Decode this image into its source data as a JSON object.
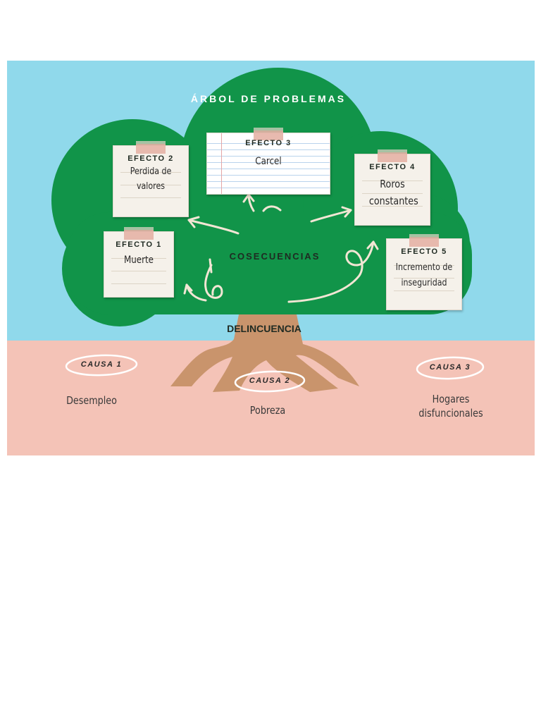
{
  "title": "ÁRBOL DE PROBLEMAS",
  "center_label": "COSECUENCIAS",
  "root_label": "DELINCUENCIA",
  "colors": {
    "sky": "#90d9eb",
    "ground": "#f4c3b7",
    "canopy": "#119449",
    "trunk": "#c9946c",
    "note": "#f5f1ea",
    "arrow": "#f2e6d4"
  },
  "effects": [
    {
      "label": "EFECTO 1",
      "text": "Muerte"
    },
    {
      "label": "EFECTO 2",
      "text": "Perdida de valores"
    },
    {
      "label": "EFECTO 3",
      "text": "Carcel"
    },
    {
      "label": "EFECTO 4",
      "text": "Roros constantes"
    },
    {
      "label": "EFECTO 5",
      "text": "Incremento de inseguridad"
    }
  ],
  "causes": [
    {
      "label": "CAUSA 1",
      "text": "Desempleo"
    },
    {
      "label": "CAUSA 2",
      "text": "Pobreza"
    },
    {
      "label": "CAUSA 3",
      "text": "Hogares disfuncionales"
    }
  ]
}
